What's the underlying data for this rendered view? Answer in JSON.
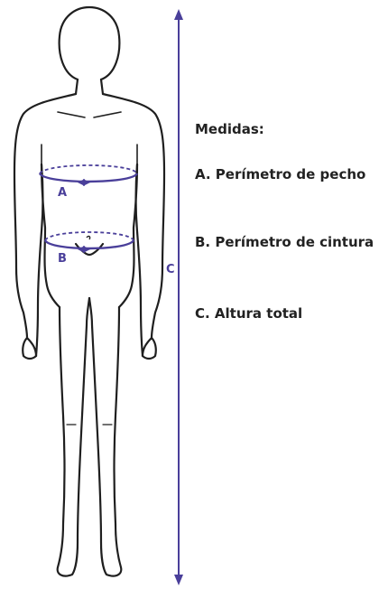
{
  "legend": {
    "title": "Medidas:",
    "items": [
      {
        "key": "A",
        "label": "A. Perímetro de pecho"
      },
      {
        "key": "B",
        "label": "B. Perímetro de cintura"
      },
      {
        "key": "C",
        "label": "C. Altura total"
      }
    ]
  },
  "markers": {
    "a": "A",
    "b": "B",
    "c": "C"
  },
  "colors": {
    "measure": "#4a3f9a",
    "outline": "#1f1f1f",
    "text": "#222222"
  }
}
